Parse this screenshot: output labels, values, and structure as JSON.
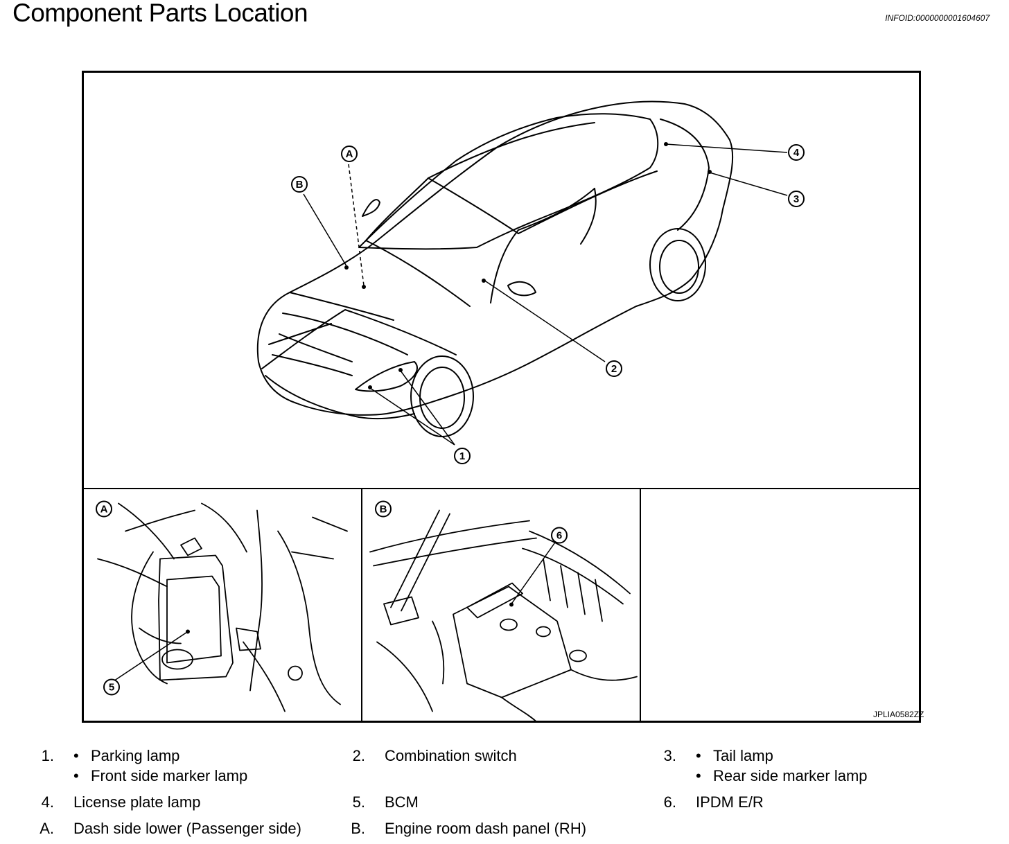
{
  "title": "Component Parts Location",
  "info_id": "INFOID:0000000001604607",
  "image_code": "JPLIA0582ZZ",
  "main_callouts": [
    "A",
    "B",
    "1",
    "2",
    "3",
    "4"
  ],
  "detail_a": {
    "label": "A",
    "callout": "5"
  },
  "detail_b": {
    "label": "B",
    "callout": "6"
  },
  "legend": {
    "item1": {
      "num": "1.",
      "lines": [
        "Parking lamp",
        "Front side marker lamp"
      ]
    },
    "item2": {
      "num": "2.",
      "text": "Combination switch"
    },
    "item3": {
      "num": "3.",
      "lines": [
        "Tail lamp",
        "Rear side marker lamp"
      ]
    },
    "item4": {
      "num": "4.",
      "text": "License plate lamp"
    },
    "item5": {
      "num": "5.",
      "text": "BCM"
    },
    "item6": {
      "num": "6.",
      "text": "IPDM E/R"
    },
    "itemA": {
      "num": "A.",
      "text": "Dash side lower (Passenger side)"
    },
    "itemB": {
      "num": "B.",
      "text": "Engine room dash panel (RH)"
    }
  }
}
